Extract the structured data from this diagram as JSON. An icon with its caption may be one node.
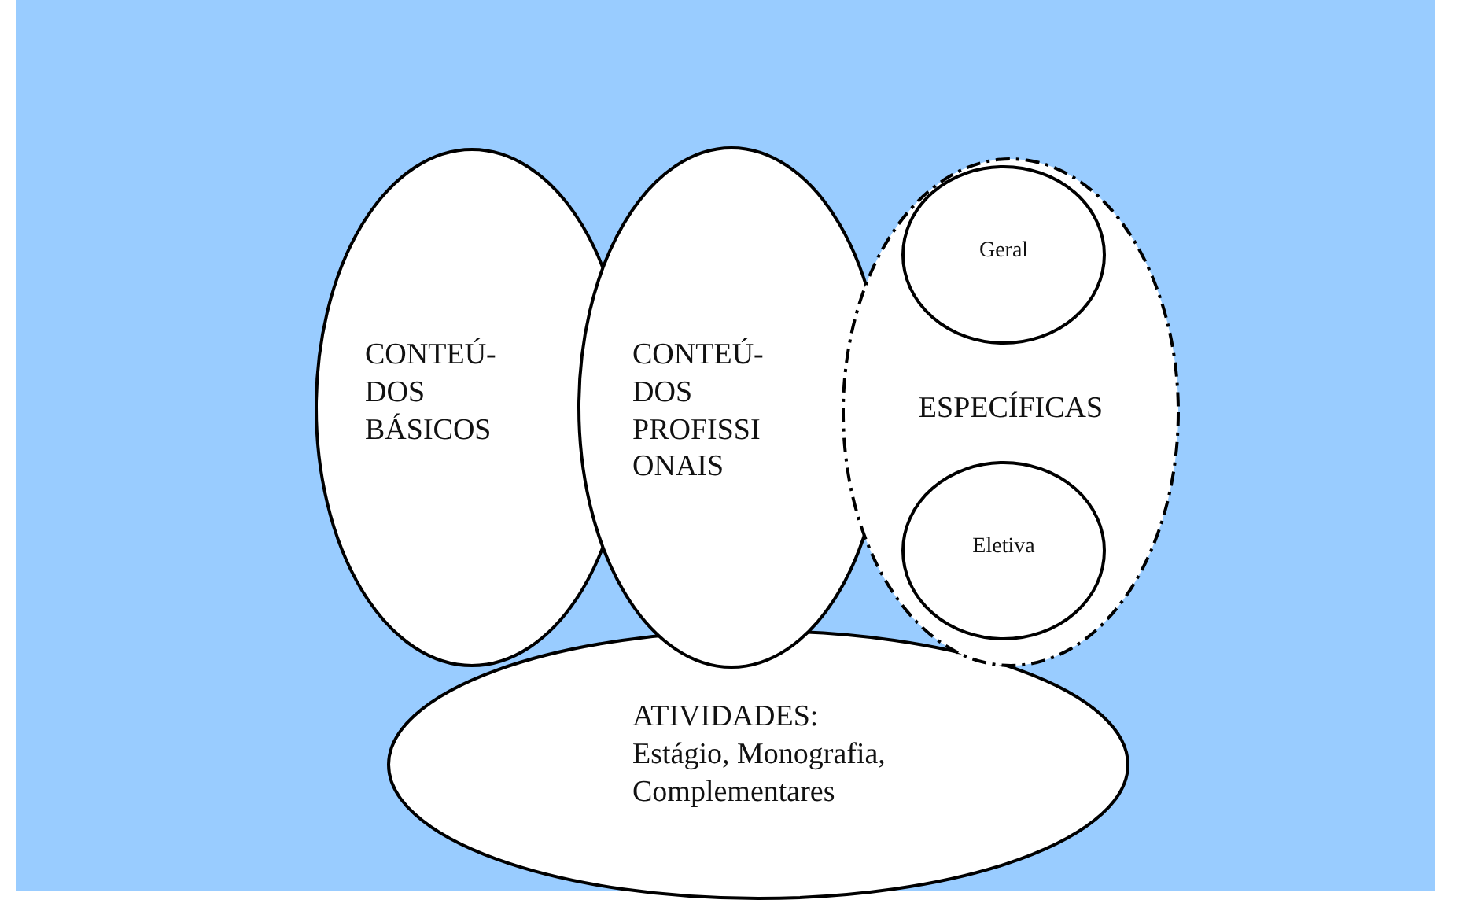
{
  "diagram": {
    "nodes": [
      {
        "text": [
          "CONTEÚ- DOS BÁSICOS"
        ]
      },
      {
        "text": [
          "CONTEÚ- DOS PROFISSI ONAIS"
        ]
      },
      {
        "text": [
          "ESPECÍFICAS"
        ]
      },
      {
        "text": [
          "Geral"
        ],
        "in": 2
      },
      {
        "text": [
          "Eletiva"
        ],
        "in": 2
      },
      {
        "text": [
          "ATIVIDADES: Estágio, Monografia, Complementares"
        ]
      }
    ]
  }
}
